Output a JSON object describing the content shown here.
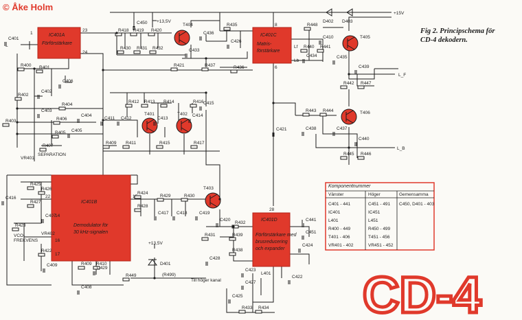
{
  "credit": "© Åke Holm",
  "caption": {
    "fig": "Fig 2.",
    "line1": "Principschema för",
    "line2": "CD-4 dekodern."
  },
  "logo": "CD-4",
  "supply": {
    "p15": "+15V",
    "p135a": "+13,5V",
    "p135b": "+13,5V"
  },
  "ics": {
    "ic401a": {
      "name": "IC401A",
      "desc": "Förförstärkare"
    },
    "ic401c": {
      "name": "IC401C",
      "desc1": "Matris-",
      "desc2": "förstärkare"
    },
    "ic401b": {
      "name": "IC401B",
      "desc1": "Demodulator för",
      "desc2": "30 kHz-signalen"
    },
    "ic401d": {
      "name": "IC401D",
      "desc1": "Förförstärkare med",
      "desc2": "brusreducering",
      "desc3": "och expander"
    }
  },
  "transistors": [
    "T404",
    "T405",
    "T406",
    "T401",
    "T402",
    "T403"
  ],
  "diodes": [
    "D402",
    "D403",
    "D401"
  ],
  "io": {
    "L": "L",
    "Lf": "L_F",
    "Lb": "L_B",
    "sep": "SEPARATION",
    "vco": "VCO-",
    "vco2": "FREKVENS",
    "tillhoger": "Till höger kanal",
    "r449b": "(R499)"
  },
  "components": [
    "C401",
    "R400",
    "R401",
    "C402",
    "R402",
    "C406",
    "C403",
    "R404",
    "C404",
    "R403",
    "R406",
    "C405",
    "R405",
    "R407",
    "VR401",
    "C450",
    "R418",
    "R419",
    "R420",
    "R430",
    "R431",
    "R432",
    "C436",
    "C433",
    "R421",
    "R437",
    "R435",
    "C426",
    "R436",
    "R448",
    "C410",
    "R440",
    "R441",
    "C434",
    "C435",
    "R442",
    "R447",
    "C439",
    "R443",
    "R444",
    "C438",
    "C437",
    "R445",
    "R446",
    "C440",
    "C421",
    "R412",
    "R413",
    "R414",
    "R416",
    "C415",
    "C411",
    "C412",
    "C413",
    "C414",
    "R409",
    "R411",
    "R415",
    "R417",
    "R425",
    "C416",
    "R426",
    "R427",
    "R424",
    "R428",
    "R429",
    "R430",
    "C417",
    "C418",
    "C419",
    "C420",
    "R432",
    "C441",
    "R431",
    "R439",
    "R438",
    "C428",
    "C424",
    "R423",
    "C407",
    "VR402",
    "R422",
    "C409",
    "R409",
    "R410",
    "C429",
    "C408",
    "R449",
    "C423",
    "C427",
    "L401",
    "C425",
    "R433",
    "R434",
    "C422",
    "C451"
  ],
  "table": {
    "title": "Komponentnummer",
    "headers": [
      "Vänster",
      "Höger",
      "Gemensamma"
    ],
    "rows": [
      [
        "C401 - 441",
        "C451 - 491",
        "C450, D401 - 403"
      ],
      [
        "IC401",
        "IC451",
        ""
      ],
      [
        "L401",
        "L451",
        ""
      ],
      [
        "R400 - 449",
        "R450 - 499",
        ""
      ],
      [
        "T401 - 406",
        "T451 - 456",
        ""
      ],
      [
        "VR401 - 402",
        "VR451 - 452",
        ""
      ]
    ]
  }
}
